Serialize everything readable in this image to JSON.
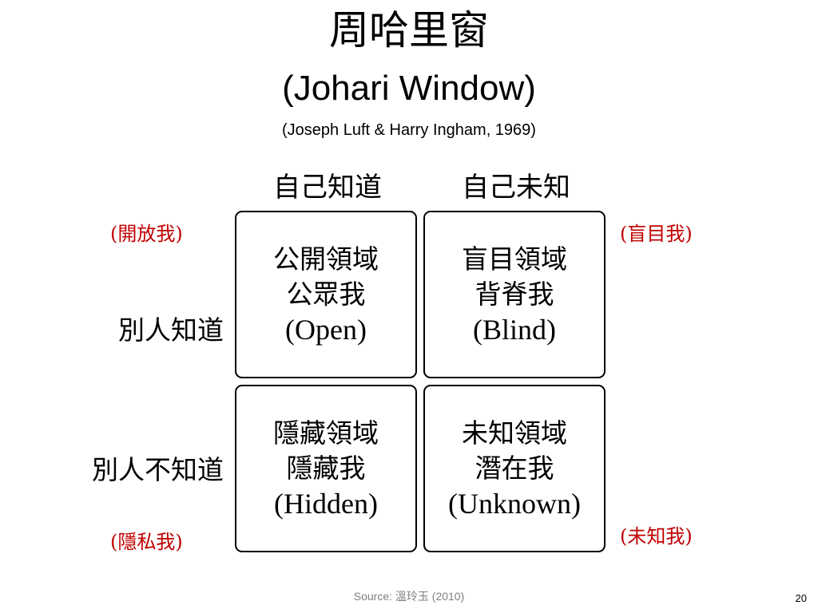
{
  "slide": {
    "title_cn": "周哈里窗",
    "title_en": "(Johari Window)",
    "subtitle": "(Joseph Luft & Harry Ingham, 1969)"
  },
  "columns": {
    "self_known": "自己知道",
    "self_unknown": "自己未知"
  },
  "rows": {
    "others_known": "別人知道",
    "others_unknown": "別人不知道"
  },
  "self_labels": {
    "open": "(開放我)",
    "blind": "(盲目我)",
    "hidden": "(隱私我)",
    "unknown": "(未知我)",
    "color": "#c00000"
  },
  "quadrants": {
    "open": {
      "area": "公開領域",
      "self": "公眾我",
      "english": "(Open)"
    },
    "blind": {
      "area": "盲目領域",
      "self": "背脊我",
      "english": "(Blind)"
    },
    "hidden": {
      "area": "隱藏領域",
      "self": "隱藏我",
      "english": "(Hidden)"
    },
    "unknown": {
      "area": "未知領域",
      "self": "潛在我",
      "english": "(Unknown)"
    }
  },
  "footer": {
    "source": "Source: 溫玲玉 (2010)",
    "page_number": "20"
  }
}
